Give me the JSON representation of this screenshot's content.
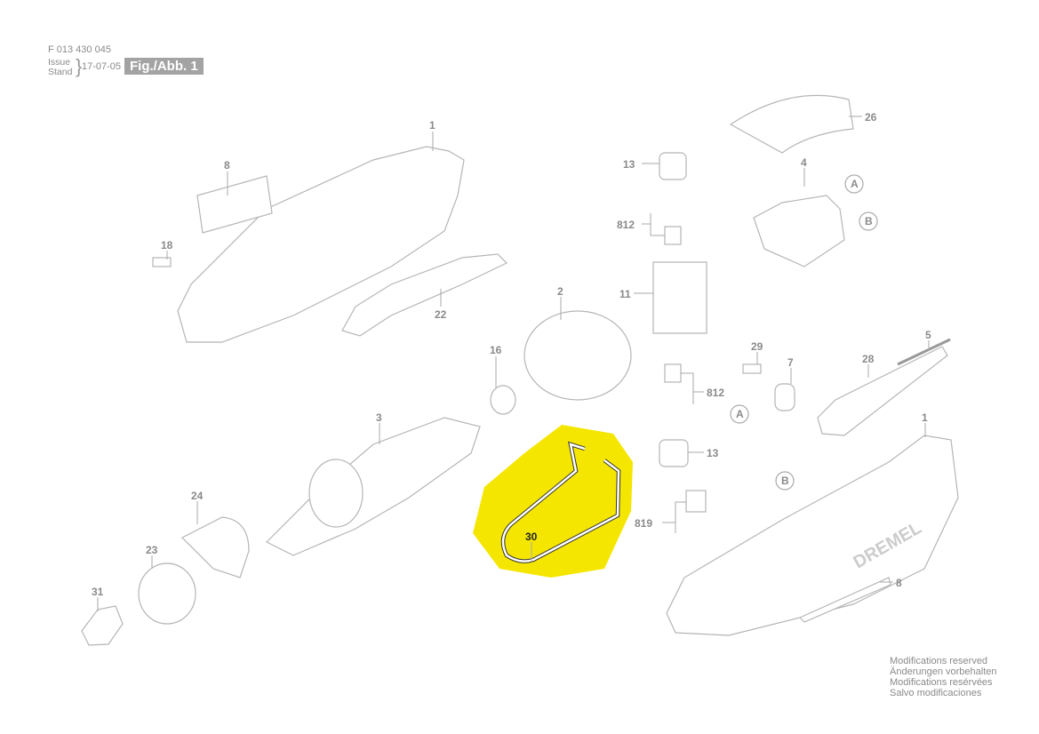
{
  "header": {
    "document_number": "F 013 430 045",
    "issue_label": "Issue",
    "stand_label": "Stand",
    "date": "17-07-05",
    "figure_label": "Fig./Abb. 1"
  },
  "footer": {
    "lines": [
      "Modifications reserved",
      "Änderungen vorbehalten",
      "Modifications resérvées",
      "Salvo modificaciones"
    ]
  },
  "highlight": {
    "part": "30",
    "color": "#f5e600"
  },
  "part_labels": {
    "housing_left": "1",
    "label_left": "8",
    "screw_18": "18",
    "switch_slider": "22",
    "field": "2",
    "bearing_16": "16",
    "armature": "3",
    "nose_cap": "24",
    "collet_nut": "23",
    "chuck": "31",
    "wire_clip": "30",
    "bushing_top": "13",
    "brush_top": "812",
    "brush_holder": "11",
    "brush_bottom": "812",
    "bushing_bottom": "13",
    "spindle_lock": "819",
    "cap": "26",
    "switch": "4",
    "conn_a_top": "A",
    "conn_b_top": "B",
    "screw_29": "29",
    "cord_clamp": "7",
    "cord_guard": "28",
    "cord": "5",
    "conn_a_bottom": "A",
    "conn_b_bottom": "B",
    "housing_right": "1",
    "label_right": "8"
  },
  "brand_text": "DREMEL"
}
